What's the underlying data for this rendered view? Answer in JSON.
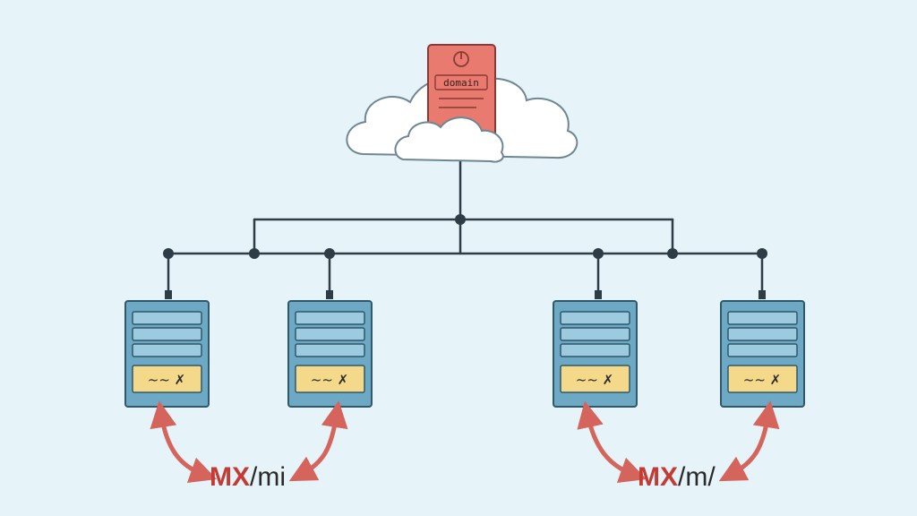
{
  "colors": {
    "background": "#e6f4f9",
    "line": "#2e3c45",
    "cloud_fill": "#ffffff",
    "cloud_stroke": "#6f8792",
    "domain_server_fill": "#e97a6f",
    "domain_server_stroke": "#8a3a34",
    "mail_server_fill": "#6da9c4",
    "mail_server_stroke": "#2f5868",
    "slot_fill": "#9ccbe0",
    "panel_fill": "#f4d98a",
    "arrow": "#d4645c",
    "mx_strong": "#c43a34",
    "mx_rest": "#2a2a2a"
  },
  "domain_server": {
    "label": "domain",
    "icon": "power-icon"
  },
  "mail_servers": [
    {
      "panel_text": "~~ ✗"
    },
    {
      "panel_text": "~~ ✗"
    },
    {
      "panel_text": "~~ ✗"
    },
    {
      "panel_text": "~~ ✗"
    }
  ],
  "mx_labels": [
    {
      "strong": "MX",
      "rest": "/mi"
    },
    {
      "strong": "MX",
      "rest": "/m/"
    }
  ]
}
